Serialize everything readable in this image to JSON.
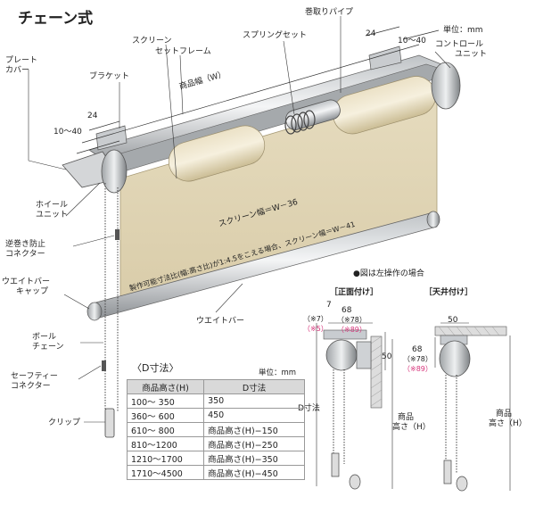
{
  "title": "チェーン式",
  "unit_label": "単位：mm",
  "labels": {
    "plate_cover": "プレート\nカバー",
    "bracket": "ブラケット",
    "screen": "スクリーン",
    "set_frame": "セットフレーム",
    "spring_set": "スプリングセット",
    "winding_pipe": "巻取りパイプ",
    "control_unit": "コントロール\nユニット",
    "wheel_unit": "ホイール\nユニット",
    "reverse_connector": "逆巻き防止\nコネクター",
    "weight_cap": "ウエイトバー\nキャップ",
    "ball_chain": "ボール\nチェーン",
    "safety_connector": "セーフティー\nコネクター",
    "clip": "クリップ",
    "weight_bar": "ウエイトバー",
    "product_width": "商品幅（W）",
    "screen_width": "スクリーン幅＝W－36",
    "ratio_note": "製作可能寸法比(幅:高さ比)が1:4.5をこえる場合、スクリーン幅＝W－41",
    "dim_24a": "24",
    "dim_10_40a": "10～40",
    "dim_24b": "24",
    "dim_10_40b": "10～40"
  },
  "side": {
    "left_op_note": "●図は左操作の場合",
    "front_mount": "［正面付け］",
    "ceiling_mount": "［天井付け］",
    "d7": "7",
    "d7b": "（※7）",
    "d5": "（※5）",
    "d68": "68",
    "d78": "（※78）",
    "d89": "（※89）",
    "d50": "50",
    "d_dim": "D寸法",
    "prod_h": "商品\n高さ（H）",
    "c50": "50",
    "c68": "68",
    "c78": "（※78）",
    "c89": "（※89）",
    "c_prod_h": "商品\n高さ（H）"
  },
  "dtable": {
    "title": "〈D寸法〉",
    "unit": "単位：mm",
    "headers": [
      "商品高さ(H)",
      "D寸法"
    ],
    "rows": [
      [
        "100～ 350",
        "350"
      ],
      [
        "360～ 600",
        "450"
      ],
      [
        "610～ 800",
        "商品高さ(H)−150"
      ],
      [
        "810～1200",
        "商品高さ(H)−250"
      ],
      [
        "1210～1700",
        "商品高さ(H)−350"
      ],
      [
        "1710～4500",
        "商品高さ(H)−450"
      ]
    ]
  }
}
